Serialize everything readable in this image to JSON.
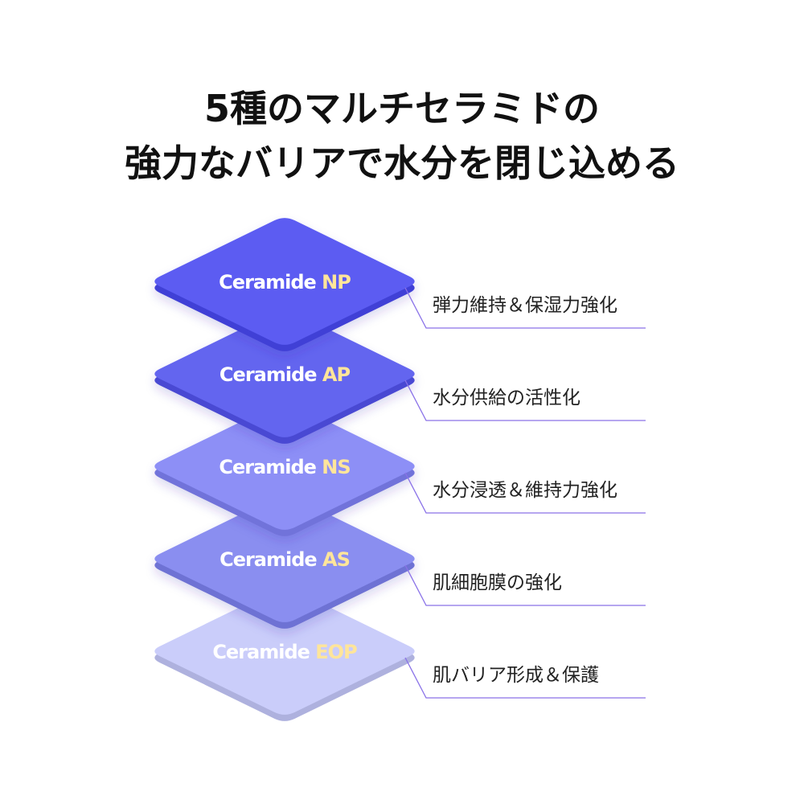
{
  "headline": {
    "line1": "5種のマルチセラミドの",
    "line2": "強力なバリアで水分を閉じ込める"
  },
  "colors": {
    "name_text": "#ffffff",
    "suffix_text": "#ffe59a",
    "line": "#8a72e8"
  },
  "layers": [
    {
      "name": "Ceramide ",
      "suffix": "NP",
      "benefit": "弾力維持＆保湿力強化",
      "color": "#5b5cf2"
    },
    {
      "name": "Ceramide ",
      "suffix": "AP",
      "benefit": "水分供給の活性化",
      "color": "#6465ef"
    },
    {
      "name": "Ceramide ",
      "suffix": "NS",
      "benefit": "水分浸透＆維持力強化",
      "color": "#8d8ff6"
    },
    {
      "name": "Ceramide ",
      "suffix": "AS",
      "benefit": "肌細胞膜の強化",
      "color": "#8a8ef0"
    },
    {
      "name": "Ceramide ",
      "suffix": "EOP",
      "benefit": "肌バリア形成＆保護",
      "color": "#cacdfa"
    }
  ]
}
